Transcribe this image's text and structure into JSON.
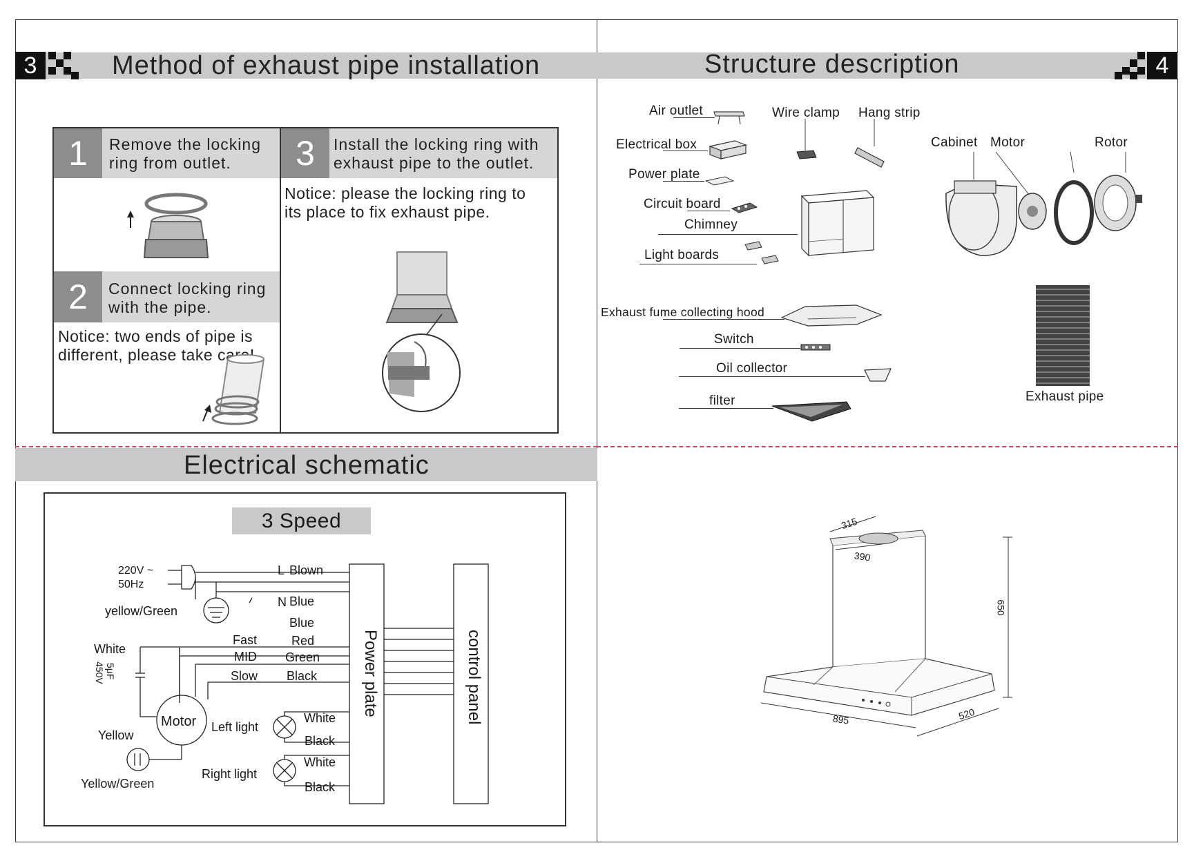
{
  "left": {
    "page_number": "3",
    "title": "Method  of  exhaust pipe installation",
    "steps": [
      {
        "num": "1",
        "text": "Remove  the  locking ring from outlet."
      },
      {
        "num": "2",
        "text": "Connect locking ring with the pipe."
      },
      {
        "num": "3",
        "text": "Install the locking ring with exhaust pipe to the outlet."
      }
    ],
    "notice_pipe": "Notice: two ends of pipe is different, please take care!",
    "notice_ring": "Notice: please the locking ring to its place to fix exhaust pipe."
  },
  "right": {
    "page_number": "4",
    "title": "Structure description",
    "parts": {
      "air_outlet": "Air outlet",
      "wire_clamp": "Wire clamp",
      "hang_strip": "Hang strip",
      "electrical_box": "Electrical box",
      "cabinet": "Cabinet",
      "motor": "Motor",
      "rotor": "Rotor",
      "power_plate": "Power plate",
      "circuit_board": "Circuit board",
      "chimney": "Chimney",
      "light_boards": "Light boards",
      "hood": "Exhaust fume collecting hood",
      "switch": "Switch",
      "oil_collector": "Oil collector",
      "filter": "filter",
      "exhaust_pipe": "Exhaust pipe"
    },
    "dimensions": {
      "top_depth": "315",
      "top_width": "390",
      "height": "650",
      "width": "895",
      "depth": "520"
    }
  },
  "schematic": {
    "title": "Electrical schematic",
    "speed_title": "3 Speed",
    "supply": "220V ~",
    "freq": "50Hz",
    "earth": "yellow/Green",
    "white_cap": "White",
    "cap_value": "5μF",
    "cap_voltage": "450V",
    "yellow": "Yellow",
    "yellow_green": "Yellow/Green",
    "motor": "Motor",
    "left_light": "Left light",
    "right_light": "Right light",
    "wires": {
      "L": "L",
      "blown": "Blown",
      "N": "N",
      "blue": "Blue",
      "blue2": "Blue",
      "fast": "Fast",
      "red": "Red",
      "mid": "MID",
      "green": "Green",
      "slow": "Slow",
      "black": "Black",
      "white_l": "White",
      "black_l": "Black",
      "white_r": "White",
      "black_r": "Black"
    },
    "power_plate": "Power plate",
    "control_panel": "control panel"
  }
}
